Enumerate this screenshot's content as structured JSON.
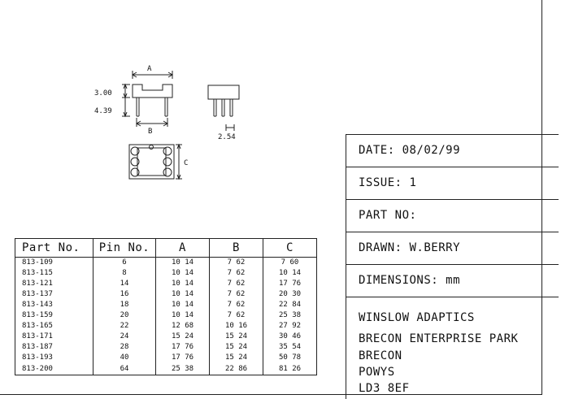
{
  "drawing": {
    "dim_a": "A",
    "dim_b": "B",
    "dim_c": "C",
    "height_top": "3.00",
    "height_bottom": "4.39",
    "pitch": "2.54"
  },
  "title_block": {
    "date": "DATE: 08/02/99",
    "issue": "ISSUE: 1",
    "part_no": "PART NO:",
    "drawn": "DRAWN: W.BERRY",
    "dimensions": "DIMENSIONS: mm",
    "company": "WINSLOW ADAPTICS",
    "address_lines": [
      "BRECON ENTERPRISE PARK",
      "BRECON",
      "POWYS",
      "LD3 8EF"
    ]
  },
  "parts_table": {
    "headers": [
      "Part No.",
      "Pin No.",
      "A",
      "B",
      "C"
    ],
    "rows": [
      [
        "813-109",
        "6",
        "10 14",
        "7 62",
        "7 60"
      ],
      [
        "813-115",
        "8",
        "10 14",
        "7 62",
        "10 14"
      ],
      [
        "813-121",
        "14",
        "10 14",
        "7 62",
        "17 76"
      ],
      [
        "813-137",
        "16",
        "10 14",
        "7 62",
        "20 30"
      ],
      [
        "813-143",
        "18",
        "10 14",
        "7 62",
        "22 84"
      ],
      [
        "813-159",
        "20",
        "10 14",
        "7 62",
        "25 38"
      ],
      [
        "813-165",
        "22",
        "12 68",
        "10 16",
        "27 92"
      ],
      [
        "813-171",
        "24",
        "15 24",
        "15 24",
        "30 46"
      ],
      [
        "813-187",
        "28",
        "17 76",
        "15 24",
        "35 54"
      ],
      [
        "813-193",
        "40",
        "17 76",
        "15 24",
        "50 78"
      ],
      [
        "813-200",
        "64",
        "25 38",
        "22 86",
        "81 26"
      ]
    ]
  }
}
